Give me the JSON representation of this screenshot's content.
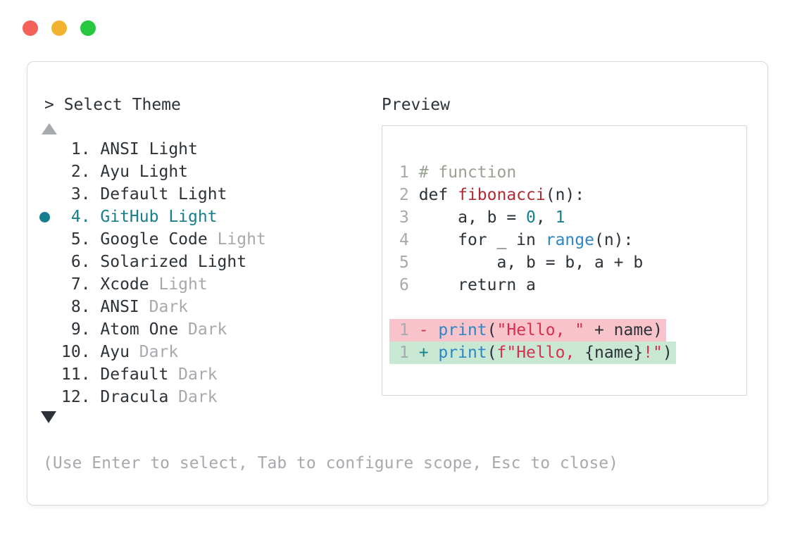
{
  "window": {
    "traffic_lights": [
      "close",
      "minimize",
      "zoom"
    ]
  },
  "colors": {
    "text_dark": "#2d3239",
    "text_gray": "#a6a9ad",
    "selection_teal": "#15808b",
    "comment_olive": "#9ba193",
    "function_red": "#b02c32",
    "string_crimson": "#d6304f",
    "keyword_blue": "#2e86c4",
    "number_teal": "#15808b",
    "diff_plus_teal": "#15808b",
    "diff_removed_bg": "#f8c3ca",
    "diff_added_bg": "#c9e8d4",
    "border_gray": "#dadada",
    "preview_border": "#d5d5d5",
    "traffic_red": "#f4625a",
    "traffic_yellow": "#f2b42e",
    "traffic_green": "#26c83f"
  },
  "theme_list": {
    "prompt": "> Select Theme",
    "items": [
      {
        "num": "1",
        "name": "ANSI",
        "variant": "Light",
        "variant_muted": false,
        "selected": false
      },
      {
        "num": "2",
        "name": "Ayu",
        "variant": "Light",
        "variant_muted": false,
        "selected": false
      },
      {
        "num": "3",
        "name": "Default",
        "variant": "Light",
        "variant_muted": false,
        "selected": false
      },
      {
        "num": "4",
        "name": "GitHub",
        "variant": "Light",
        "variant_muted": false,
        "selected": true
      },
      {
        "num": "5",
        "name": "Google Code",
        "variant": "Light",
        "variant_muted": true,
        "selected": false
      },
      {
        "num": "6",
        "name": "Solarized",
        "variant": "Light",
        "variant_muted": false,
        "selected": false
      },
      {
        "num": "7",
        "name": "Xcode",
        "variant": "Light",
        "variant_muted": true,
        "selected": false
      },
      {
        "num": "8",
        "name": "ANSI",
        "variant": "Dark",
        "variant_muted": true,
        "selected": false
      },
      {
        "num": "9",
        "name": "Atom One",
        "variant": "Dark",
        "variant_muted": true,
        "selected": false
      },
      {
        "num": "10",
        "name": "Ayu",
        "variant": "Dark",
        "variant_muted": true,
        "selected": false
      },
      {
        "num": "11",
        "name": "Default",
        "variant": "Dark",
        "variant_muted": true,
        "selected": false
      },
      {
        "num": "12",
        "name": "Dracula",
        "variant": "Dark",
        "variant_muted": true,
        "selected": false
      }
    ]
  },
  "preview": {
    "label": "Preview",
    "code_lines": [
      {
        "num": "1",
        "diff": "",
        "tokens": [
          {
            "text": "# function",
            "color": "comment_olive"
          }
        ]
      },
      {
        "num": "2",
        "diff": "",
        "tokens": [
          {
            "text": "def ",
            "color": "text_dark"
          },
          {
            "text": "fibonacci",
            "color": "function_red"
          },
          {
            "text": "(n):",
            "color": "text_dark"
          }
        ]
      },
      {
        "num": "3",
        "diff": "",
        "tokens": [
          {
            "text": "    a, b = ",
            "color": "text_dark"
          },
          {
            "text": "0",
            "color": "number_teal"
          },
          {
            "text": ", ",
            "color": "text_dark"
          },
          {
            "text": "1",
            "color": "number_teal"
          }
        ]
      },
      {
        "num": "4",
        "diff": "",
        "tokens": [
          {
            "text": "    for _ in ",
            "color": "text_dark"
          },
          {
            "text": "range",
            "color": "keyword_blue"
          },
          {
            "text": "(n):",
            "color": "text_dark"
          }
        ]
      },
      {
        "num": "5",
        "diff": "",
        "tokens": [
          {
            "text": "        a, b = b, a + b",
            "color": "text_dark"
          }
        ]
      },
      {
        "num": "6",
        "diff": "",
        "tokens": [
          {
            "text": "    return a",
            "color": "text_dark"
          }
        ]
      },
      {
        "num": "",
        "diff": "",
        "tokens": []
      },
      {
        "num": "1",
        "diff": "removed",
        "tokens": [
          {
            "text": "- ",
            "color": "string_crimson"
          },
          {
            "text": "print",
            "color": "keyword_blue"
          },
          {
            "text": "(",
            "color": "text_dark"
          },
          {
            "text": "\"Hello, \"",
            "color": "string_crimson"
          },
          {
            "text": " + name)",
            "color": "text_dark"
          }
        ]
      },
      {
        "num": "1",
        "diff": "added",
        "tokens": [
          {
            "text": "+ ",
            "color": "diff_plus_teal"
          },
          {
            "text": "print",
            "color": "keyword_blue"
          },
          {
            "text": "(",
            "color": "text_dark"
          },
          {
            "text": "f\"Hello, ",
            "color": "string_crimson"
          },
          {
            "text": "{name}",
            "color": "text_dark"
          },
          {
            "text": "!\"",
            "color": "string_crimson"
          },
          {
            "text": ")",
            "color": "text_dark"
          }
        ]
      }
    ]
  },
  "footer": {
    "hint": "(Use Enter to select, Tab to configure scope, Esc to close)"
  }
}
